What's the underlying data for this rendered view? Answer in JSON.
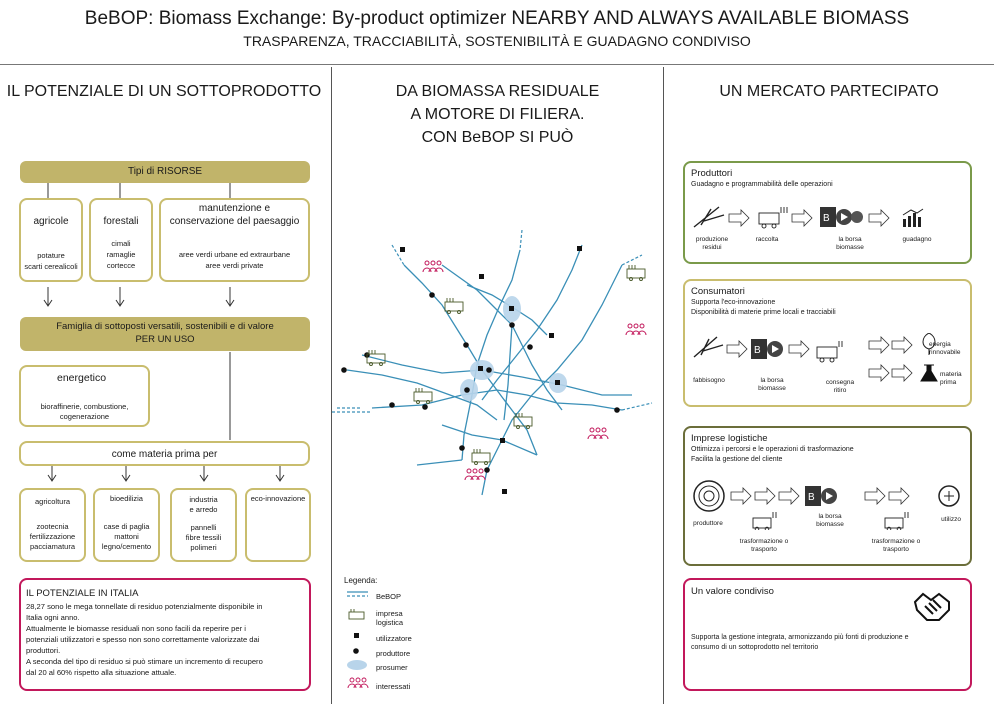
{
  "header": {
    "title": "BeBOP: Biomass Exchange: By-product optimizer NEARBY AND ALWAYS AVAILABLE BIOMASS",
    "subtitle": "TRASPARENZA, TRACCIABILITÀ, SOSTENIBILITÀ E GUADAGNO CONDIVISO"
  },
  "left": {
    "title": "IL POTENZIALE DI UN SOTTOPRODOTTO",
    "resources_bar": "Tipi di RISORSE",
    "resources": [
      {
        "title": "agricole",
        "desc1": "potature",
        "desc2": "scarti cerealicoli"
      },
      {
        "title": "forestali",
        "desc1": "cimali",
        "desc2": "ramaglie",
        "desc3": "cortecce"
      },
      {
        "title1": "manutenzione e",
        "title2": "conservazione del paesaggio",
        "desc1": "aree verdi urbane ed extraurbane",
        "desc2": "aree verdi private"
      }
    ],
    "family_bar1": "Famiglia di sottoposti versatili, sostenibili e di valore",
    "family_bar2": "PER UN USO",
    "energy": {
      "title": "energetico",
      "desc1": "bioraffinerie, combustione,",
      "desc2": "cogenerazione"
    },
    "raw_bar": "come materia prima per",
    "uses": [
      {
        "title": "agricoltura",
        "desc1": "zootecnia",
        "desc2": "fertilizzazione",
        "desc3": "pacciamatura"
      },
      {
        "title": "bioedilizia",
        "desc1": "case di paglia",
        "desc2": "mattoni",
        "desc3": "legno/cemento"
      },
      {
        "title1": "industria",
        "title2": "e arredo",
        "desc1": "pannelli",
        "desc2": "fibre tessili",
        "desc3": "polimeri"
      },
      {
        "title": "eco-innovazione"
      }
    ],
    "italy": {
      "title": "IL POTENZIALE IN ITALIA",
      "lines": [
        "28,27 sono le mega tonnellate di residuo potenzialmente disponibile in",
        "Italia ogni anno.",
        "Attualmente le biomasse residuali non sono facili da reperire per i",
        "potenziali utilizzatori e spesso non sono correttamente valorizzate dai",
        "produttori.",
        "A seconda del tipo di residuo si può stimare un incremento di recupero",
        "dal 20 al 60% rispetto alla situazione attuale."
      ]
    }
  },
  "center": {
    "title1": "DA BIOMASSA RESIDUALE",
    "title2": "A MOTORE DI FILIERA.",
    "title3": "CON BeBOP SI PUÒ",
    "legend": {
      "title": "Legenda:",
      "bebop": "BeBOP",
      "logistics1": "impresa",
      "logistics2": "logistica",
      "user": "utilizzatore",
      "producer": "produttore",
      "prosumer": "prosumer",
      "interested": "interessati"
    }
  },
  "right": {
    "title": "UN MERCATO PARTECIPATO",
    "producers": {
      "title": "Produttori",
      "subtitle": "Guadagno e programmabilità delle operazioni",
      "steps": [
        "produzione residui",
        "raccolta",
        "la borsa biomasse",
        "guadagno"
      ],
      "step0a": "produzione",
      "step0b": "residui",
      "step2a": "la borsa",
      "step2b": "biomasse"
    },
    "consumers": {
      "title": "Consumatori",
      "subtitle1": "Supporta l'eco-innovazione",
      "subtitle2": "Disponibilità di materie prime locali e tracciabili",
      "fabbisogno": "fabbisogno",
      "borsa1": "la borsa",
      "borsa2": "biomasse",
      "consegna1": "consegna",
      "consegna2": "ritiro",
      "energia1": "energia",
      "energia2": "rinnovabile",
      "materia1": "materia",
      "materia2": "prima"
    },
    "logistics": {
      "title": "Imprese logistiche",
      "subtitle1": "Ottimizza i percorsi e le operazioni di trasformazione",
      "subtitle2": "Facilita la gestione del cliente",
      "produttore": "produttore",
      "trasf1a": "trasformazione o",
      "trasf1b": "trasporto",
      "borsa1": "la borsa",
      "borsa2": "biomasse",
      "trasf2a": "trasformazione o",
      "trasf2b": "trasporto",
      "utilizzo": "utilizzo"
    },
    "shared": {
      "title": "Un valore condiviso",
      "line1": "Supporta la gestione integrata, armonizzando più fonti di produzione e",
      "line2": "consumo di un sottoprodotto nel territorio"
    }
  },
  "colors": {
    "olive": "#c1b46a",
    "olive_border": "#c9bd6e",
    "green_border": "#7a9a4a",
    "dark_olive_border": "#6b6e3a",
    "magenta": "#c2185b",
    "network_blue": "#3a8fb7",
    "prosumer_blue": "#b8d4ea"
  }
}
